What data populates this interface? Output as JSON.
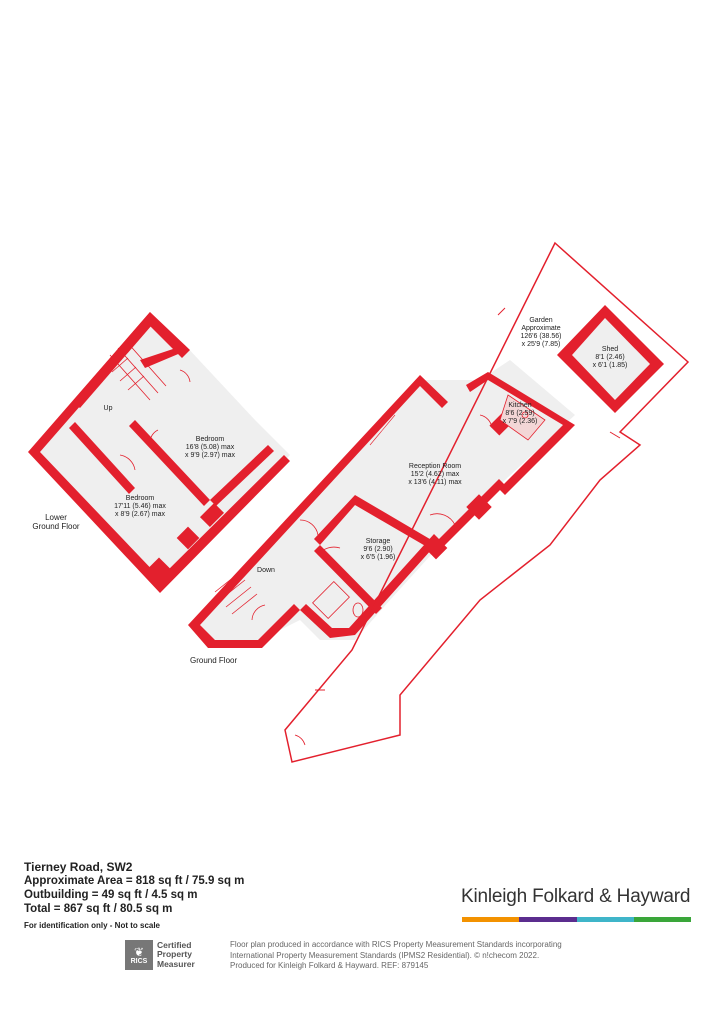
{
  "floors": {
    "lower_ground": "Lower\nGround Floor",
    "ground": "Ground Floor"
  },
  "rooms": {
    "bedroom_upper": {
      "name": "Bedroom",
      "dim1": "16'8 (5.08) max",
      "dim2": "x 9'9 (2.97) max"
    },
    "bedroom_lower": {
      "name": "Bedroom",
      "dim1": "17'11 (5.46) max",
      "dim2": "x 8'9 (2.67) max"
    },
    "reception": {
      "name": "Reception Room",
      "dim1": "15'2 (4.62) max",
      "dim2": "x 13'6 (4.11) max"
    },
    "kitchen": {
      "name": "Kitchen",
      "dim1": "8'6 (2.59)",
      "dim2": "x 7'9 (2.36)"
    },
    "storage": {
      "name": "Storage",
      "dim1": "9'6 (2.90)",
      "dim2": "x 6'5 (1.96)"
    },
    "garden": {
      "name": "Garden",
      "dim1": "Approximate",
      "dim2": "126'6 (38.56)",
      "dim3": "x 25'9 (7.85)"
    },
    "shed": {
      "name": "Shed",
      "dim1": "8'1 (2.46)",
      "dim2": "x 6'1 (1.85)"
    }
  },
  "stairs": {
    "up": "Up",
    "down": "Down"
  },
  "info": {
    "address": "Tierney Road, SW2",
    "area": "Approximate Area = 818 sq ft / 75.9 sq m",
    "outbuilding": "Outbuilding = 49 sq ft / 4.5 sq m",
    "total": "Total = 867 sq ft / 80.5 sq m",
    "note": "For identification only - Not to scale"
  },
  "brand": {
    "name": "Kinleigh Folkard & Hayward",
    "colors": [
      "#f39200",
      "#5b2d8e",
      "#3fb5c9",
      "#3aa63a"
    ]
  },
  "rics": {
    "logo": "RICS",
    "line1": "Certified",
    "line2": "Property",
    "line3": "Measurer"
  },
  "disclaimer": {
    "line1": "Floor plan produced in accordance with RICS Property Measurement Standards incorporating",
    "line2": "International Property Measurement Standards (IPMS2 Residential).  © n!checom 2022.",
    "line3": "Produced for Kinleigh Folkard & Hayward.   REF: 879145"
  }
}
